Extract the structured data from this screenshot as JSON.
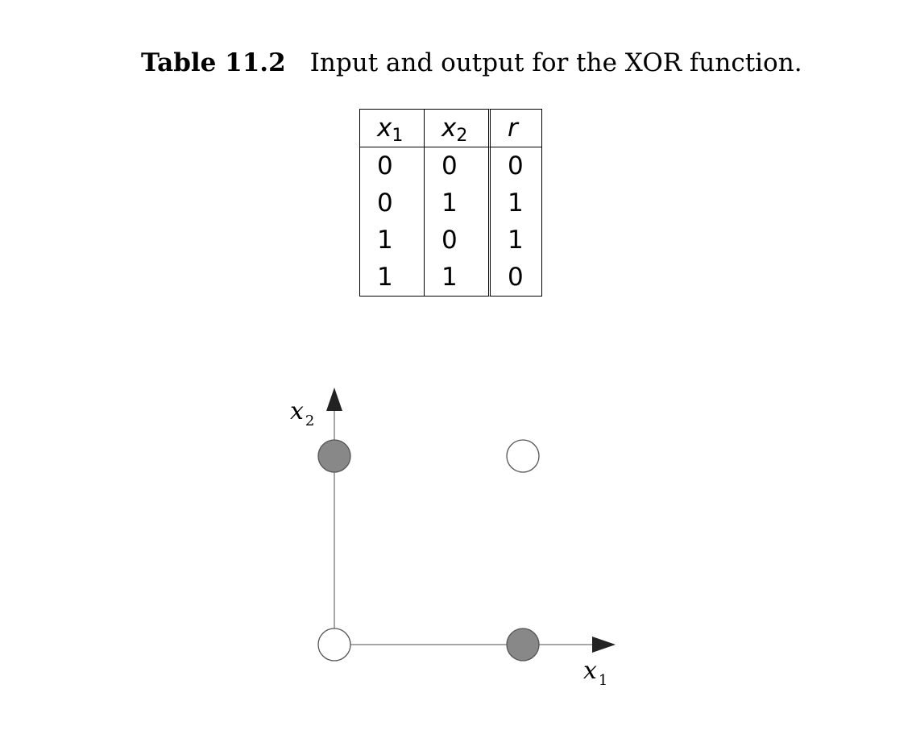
{
  "caption": {
    "label": "Table 11.2",
    "text": "Input and output for the XOR function."
  },
  "table": {
    "headers": [
      {
        "var": "x",
        "sub": "1"
      },
      {
        "var": "x",
        "sub": "2"
      },
      {
        "var": "r",
        "sub": ""
      }
    ],
    "rows": [
      [
        "0",
        "0",
        "0"
      ],
      [
        "0",
        "1",
        "1"
      ],
      [
        "1",
        "0",
        "1"
      ],
      [
        "1",
        "1",
        "0"
      ]
    ]
  },
  "plot": {
    "x_axis": {
      "var": "x",
      "sub": "1"
    },
    "y_axis": {
      "var": "x",
      "sub": "2"
    },
    "points": [
      {
        "x1": 0,
        "x2": 0,
        "r": 0,
        "fill": "#ffffff"
      },
      {
        "x1": 0,
        "x2": 1,
        "r": 1,
        "fill": "#888888"
      },
      {
        "x1": 1,
        "x2": 0,
        "r": 1,
        "fill": "#888888"
      },
      {
        "x1": 1,
        "x2": 1,
        "r": 0,
        "fill": "#ffffff"
      }
    ]
  }
}
